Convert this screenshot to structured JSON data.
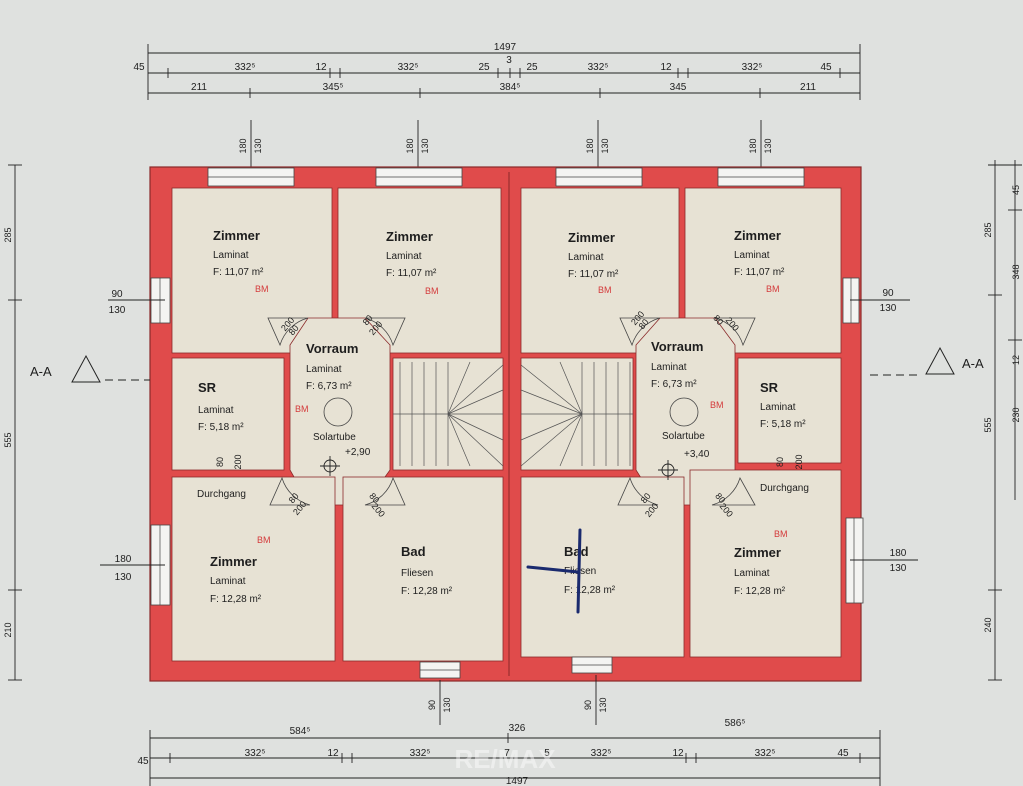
{
  "dims_top": {
    "overall": "1497",
    "segments": [
      "45",
      "332⁵",
      "12",
      "332⁵",
      "25",
      "3",
      "25",
      "332⁵",
      "12",
      "332⁵",
      "45"
    ],
    "openings": [
      "211",
      "345⁵",
      "384⁵",
      "345",
      "211"
    ],
    "window_heights": [
      {
        "upper": "180",
        "lower": "130"
      },
      {
        "upper": "180",
        "lower": "130"
      },
      {
        "upper": "180",
        "lower": "130"
      },
      {
        "upper": "180",
        "lower": "130"
      }
    ]
  },
  "dims_bottom": {
    "overall": "1497",
    "parts": [
      "584⁵",
      "326",
      "586⁵"
    ],
    "segments": [
      "45",
      "332⁵",
      "12",
      "332⁵",
      "7",
      "5",
      "332⁵",
      "12",
      "332⁵",
      "45"
    ],
    "door_heights": [
      {
        "upper": "90",
        "lower": "130"
      },
      {
        "upper": "90",
        "lower": "130"
      }
    ]
  },
  "dims_left": [
    "285",
    "555",
    "210"
  ],
  "dims_right": [
    "45",
    "285",
    "348",
    "12",
    "555",
    "230",
    "240"
  ],
  "side_windows": {
    "left_upper": {
      "upper": "90",
      "lower": "130"
    },
    "right_upper": {
      "upper": "90",
      "lower": "130"
    },
    "left_lower": {
      "upper": "180",
      "lower": "130"
    },
    "right_lower": {
      "upper": "180",
      "lower": "130"
    }
  },
  "section_marker": "A-A",
  "rooms": {
    "zimmer_tl": {
      "name": "Zimmer",
      "floor": "Laminat",
      "area": "F: 11,07 m²"
    },
    "zimmer_tm": {
      "name": "Zimmer",
      "floor": "Laminat",
      "area": "F: 11,07 m²"
    },
    "zimmer_tm2": {
      "name": "Zimmer",
      "floor": "Laminat",
      "area": "F: 11,07 m²"
    },
    "zimmer_tr": {
      "name": "Zimmer",
      "floor": "Laminat",
      "area": "F: 11,07 m²"
    },
    "vorraum_l": {
      "name": "Vorraum",
      "floor": "Laminat",
      "area": "F:  6,73 m²",
      "tube": "Solartube",
      "level": "+2,90"
    },
    "vorraum_r": {
      "name": "Vorraum",
      "floor": "Laminat",
      "area": "F:  6,73 m²",
      "tube": "Solartube",
      "level": "+3,40"
    },
    "sr_l": {
      "name": "SR",
      "floor": "Laminat",
      "area": "F: 5,18 m²"
    },
    "sr_r": {
      "name": "SR",
      "floor": "Laminat",
      "area": "F: 5,18 m²"
    },
    "zimmer_bl": {
      "name": "Zimmer",
      "floor": "Laminat",
      "area": "F: 12,28 m²"
    },
    "bad_l": {
      "name": "Bad",
      "floor": "Fliesen",
      "area": "F: 12,28 m²"
    },
    "bad_r": {
      "name": "Bad",
      "floor": "Fliesen",
      "area": "F: 12,28 m²"
    },
    "zimmer_br": {
      "name": "Zimmer",
      "floor": "Laminat",
      "area": "F: 12,28 m²"
    }
  },
  "labels": {
    "bm": "BM",
    "durchgang": "Durchgang",
    "door_80": "80",
    "door_200": "200"
  },
  "watermark": "RE/MAX",
  "colors": {
    "wall": "#e04b4b",
    "wall_edge": "#8a2a2a",
    "room_fill": "#e7e2d4",
    "paper": "#dfe1df"
  }
}
